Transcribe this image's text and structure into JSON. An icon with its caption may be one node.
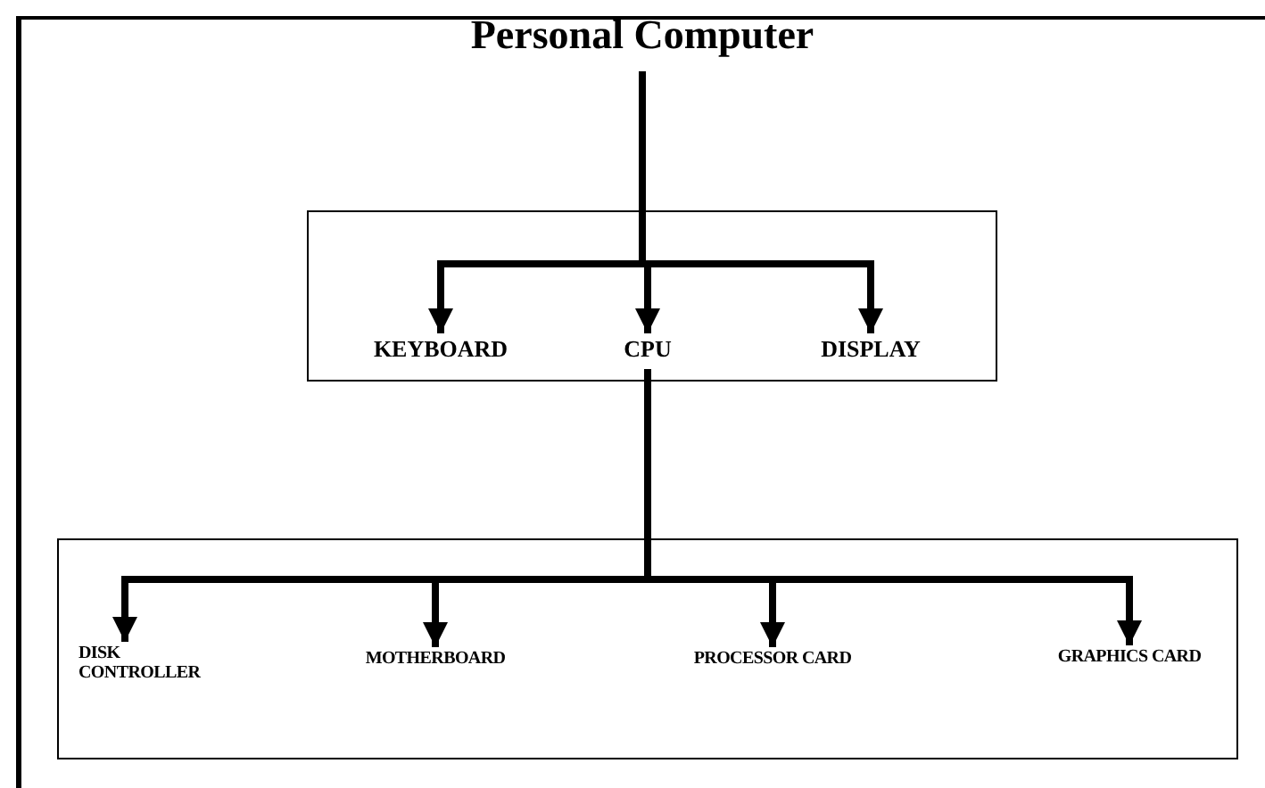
{
  "diagram": {
    "nodes": [
      {
        "text": [
          "Personal Computer"
        ]
      },
      {
        "text": [],
        "shape": "box"
      },
      {
        "text": [
          "KEYBOARD"
        ],
        "in": 1
      },
      {
        "text": [
          "CPU"
        ],
        "in": 1
      },
      {
        "text": [
          "DISPLAY"
        ],
        "in": 1
      },
      {
        "text": [],
        "shape": "box"
      },
      {
        "text": [
          "DISK CONTROLLER"
        ],
        "in": 5
      },
      {
        "text": [
          "MOTHERBOARD"
        ],
        "in": 5
      },
      {
        "text": [
          "PROCESSOR CARD"
        ],
        "in": 5
      },
      {
        "text": [
          "GRAPHICS CARD"
        ],
        "in": 5
      }
    ],
    "edges": [
      {
        "from": 0,
        "to": 2,
        "arrow": "to"
      },
      {
        "from": 0,
        "to": 3,
        "arrow": "to"
      },
      {
        "from": 0,
        "to": 4,
        "arrow": "to"
      },
      {
        "from": 3,
        "to": 6,
        "arrow": "to"
      },
      {
        "from": 3,
        "to": 7,
        "arrow": "to"
      },
      {
        "from": 3,
        "to": 8,
        "arrow": "to"
      },
      {
        "from": 3,
        "to": 9,
        "arrow": "to"
      }
    ]
  }
}
